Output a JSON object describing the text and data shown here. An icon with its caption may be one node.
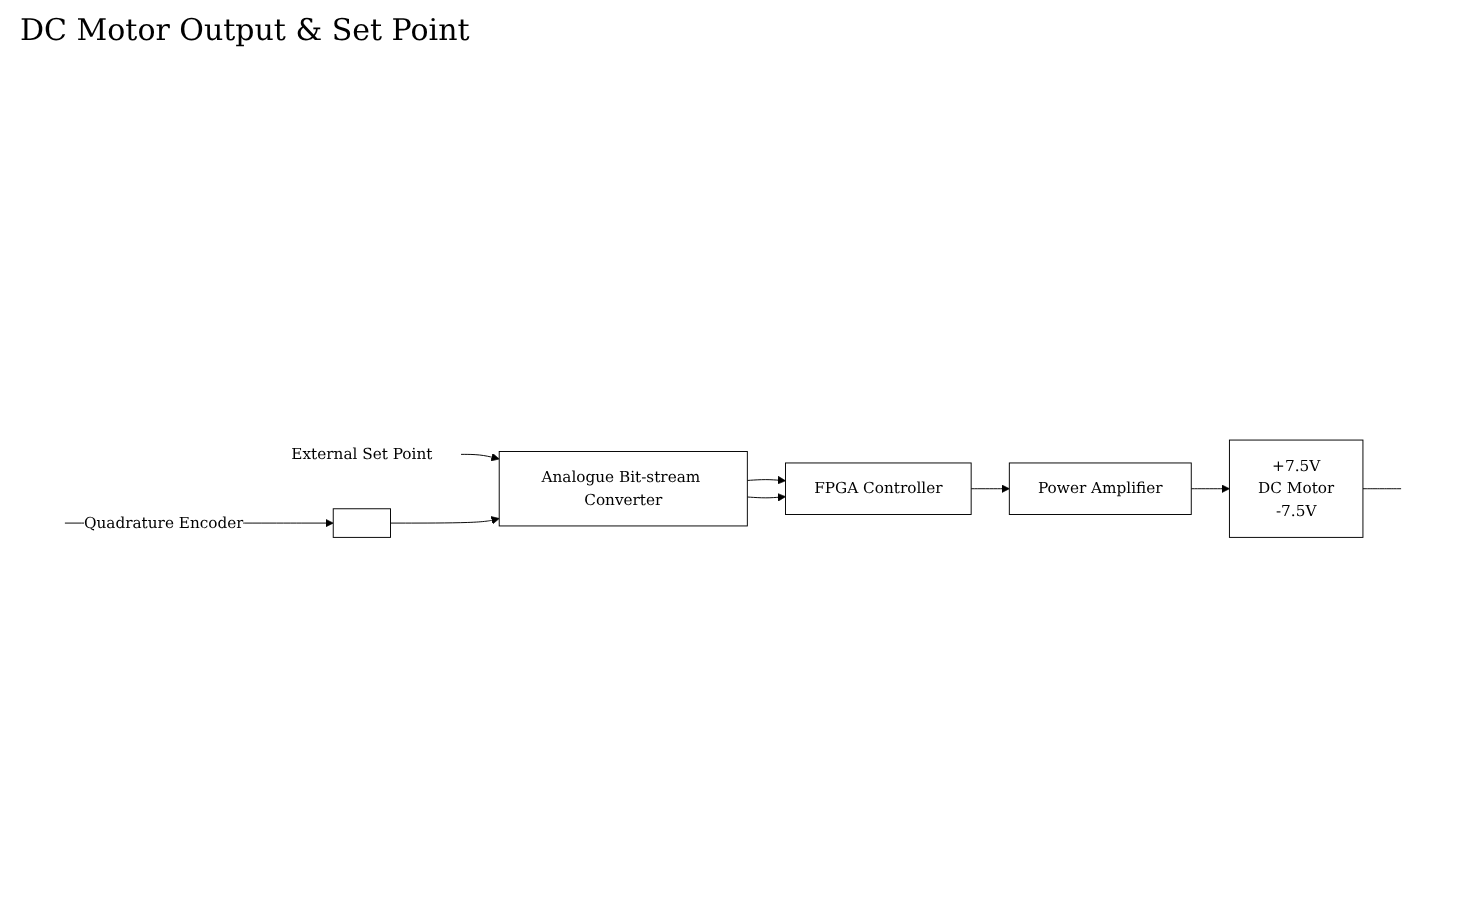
{
  "diagram": {
    "nodes": [
      {
        "text": [
          "Analogue Bit-stream Converter"
        ]
      },
      {
        "text": [],
        "shape": "box"
      },
      {
        "text": [
          "FPGA Controller"
        ]
      },
      {
        "text": [
          "Power Amplifier"
        ]
      },
      {
        "text": [
          "+7.5V",
          "DC Motor",
          "-7.5V"
        ]
      },
      {
        "text": [
          "External Set Point"
        ]
      }
    ],
    "edges": [
      {
        "from": 5,
        "to": 0,
        "arrow": "to"
      },
      {
        "from": 1,
        "to": 0,
        "arrow": "to"
      },
      {
        "from": null,
        "to": 1,
        "arrow": "to",
        "label": "Quadrature Encoder"
      },
      {
        "from": 0,
        "to": 2,
        "arrow": "to"
      },
      {
        "from": 0,
        "to": 2,
        "arrow": "to"
      },
      {
        "from": 2,
        "to": 3,
        "arrow": "to"
      },
      {
        "from": 3,
        "to": 4,
        "arrow": "to"
      },
      {
        "from": 4,
        "to": null,
        "arrow": "none"
      }
    ],
    "labels": [
      "DC Motor Output & Set Point"
    ]
  }
}
